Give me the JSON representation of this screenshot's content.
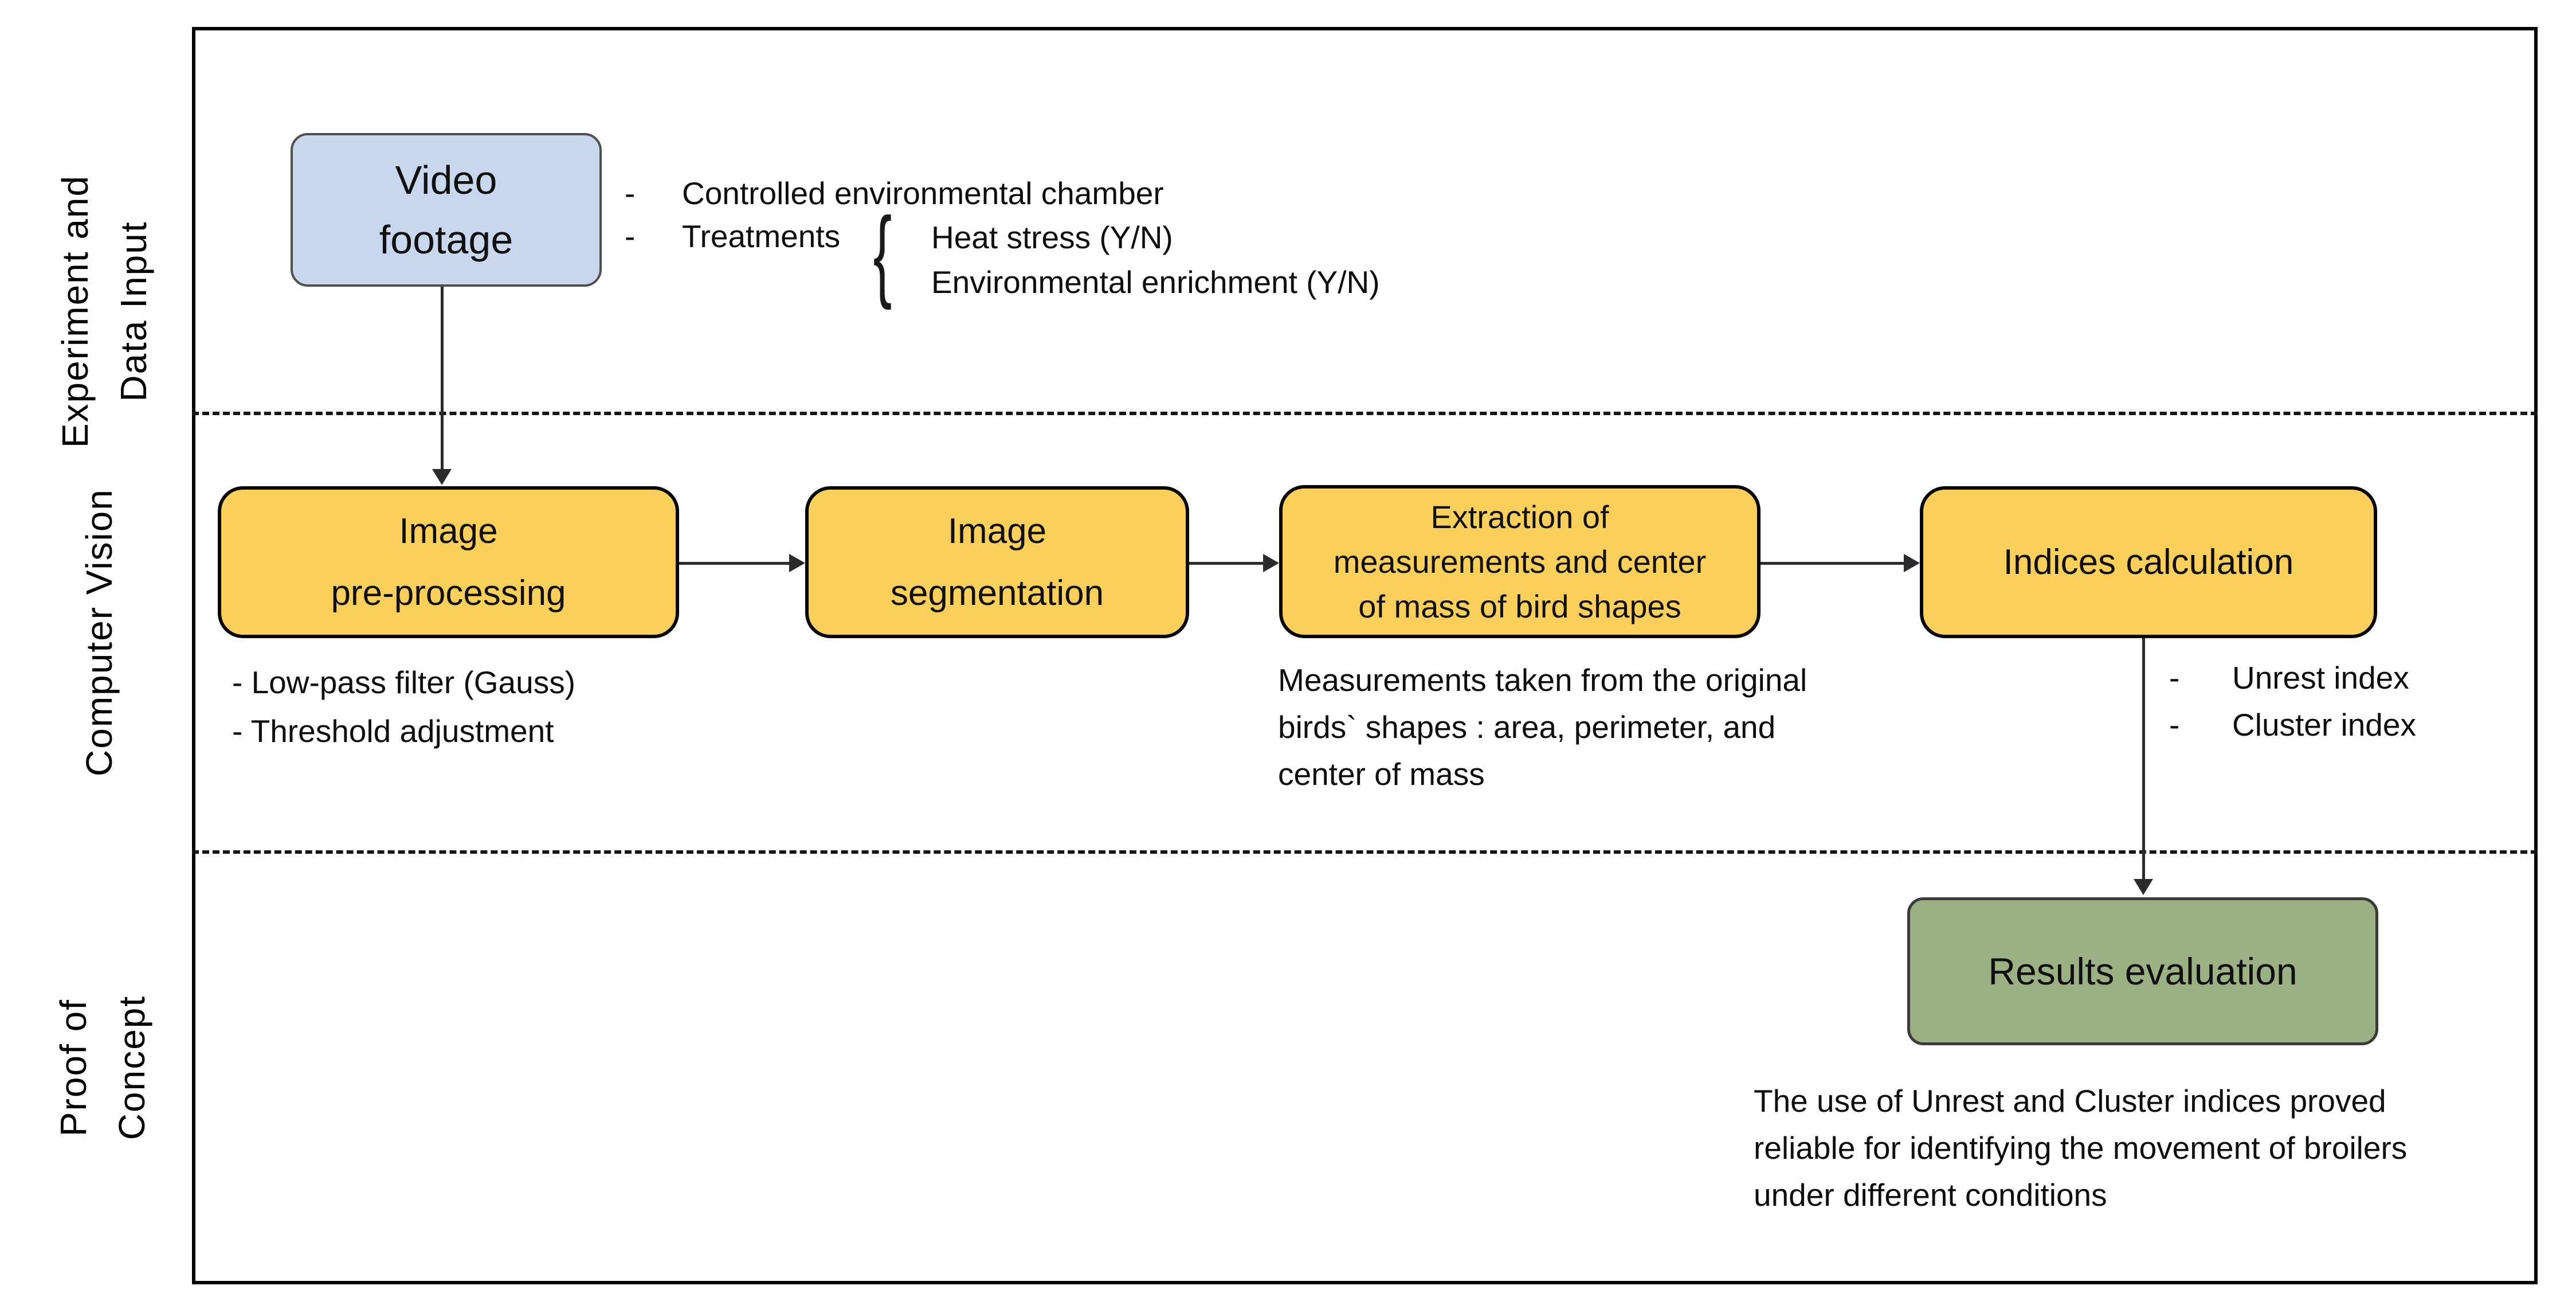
{
  "colors": {
    "box-blue": "#C9D7EE",
    "box-yellow": "#FBD05A",
    "box-green": "#9CB183",
    "line": "#2b2b2b"
  },
  "side_labels": {
    "experiment": {
      "line1": "Experiment and",
      "line2": "Data Input"
    },
    "computer_vision": {
      "line1": "Computer Vision"
    },
    "proof_of_concept": {
      "line1": "Proof of",
      "line2": "Concept"
    }
  },
  "nodes": {
    "video": {
      "line1": "Video",
      "line2": "footage"
    },
    "preprocessing": {
      "line1": "Image",
      "line2": "pre-processing"
    },
    "segmentation": {
      "line1": "Image",
      "line2": "segmentation"
    },
    "extraction": {
      "line1": "Extraction of",
      "line2": "measurements and center",
      "line3": "of mass of bird shapes"
    },
    "indices": {
      "line1": "Indices calculation"
    },
    "results": {
      "line1": "Results evaluation"
    }
  },
  "annotations": {
    "video_bullets": {
      "bullet": "-",
      "item1": "Controlled environmental chamber",
      "item2": "Treatments",
      "brace": "{",
      "sub1": "Heat stress (Y/N)",
      "sub2": "Environmental enrichment (Y/N)"
    },
    "preprocessing_notes": {
      "line1": "- Low-pass filter (Gauss)",
      "line2": "- Threshold adjustment"
    },
    "extraction_notes": {
      "line1": "Measurements taken from the original",
      "line2": "birds` shapes : area, perimeter, and",
      "line3": "center of mass"
    },
    "indices_bullets": {
      "bullet": "-",
      "item1": "Unrest index",
      "item2": "Cluster index"
    },
    "results_notes": {
      "line1": "The use of Unrest and Cluster indices proved",
      "line2": "reliable for identifying the movement of broilers",
      "line3": "under different conditions"
    }
  }
}
